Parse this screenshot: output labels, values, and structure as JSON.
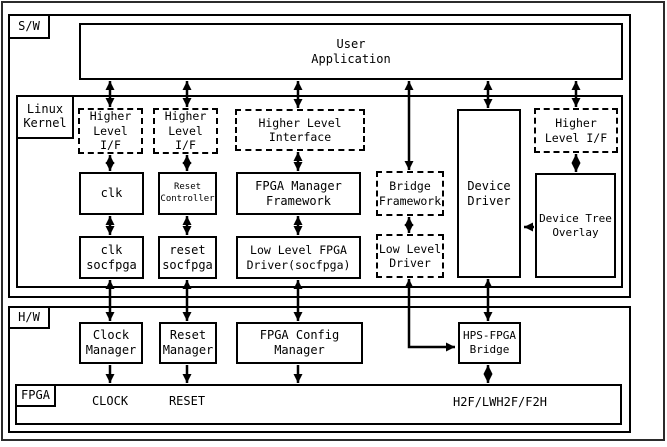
{
  "colors": {
    "line": "#000000",
    "background": "#ffffff"
  },
  "sections": {
    "sw": "S/W",
    "kernel": "Linux\nKernel",
    "hw": "H/W",
    "fpga": "FPGA"
  },
  "nodes": {
    "user_application": "User\nApplication",
    "hlif_clk": "Higher\nLevel I/F",
    "hlif_reset": "Higher\nLevel I/F",
    "hl_interface": "Higher Level\nInterface",
    "hlif_device": "Higher\nLevel I/F",
    "clk": "clk",
    "reset_controller": "Reset\nController",
    "fpga_manager_framework": "FPGA Manager\nFramework",
    "bridge_framework": "Bridge\nFramework",
    "device_driver": "Device\nDriver",
    "device_tree_overlay": "Device Tree\nOverlay",
    "clk_socfpga": "clk\nsocfpga",
    "reset_socfpga": "reset\nsocfpga",
    "low_level_fpga_driver": "Low Level FPGA\nDriver(socfpga)",
    "low_level_driver": "Low Level\nDriver",
    "clock_manager": "Clock\nManager",
    "reset_manager": "Reset\nManager",
    "fpga_config_manager": "FPGA Config\nManager",
    "hps_fpga_bridge": "HPS-FPGA\nBridge"
  },
  "fpga_signals": {
    "clock": "CLOCK",
    "reset": "RESET",
    "bridge_bus": "H2F/LWH2F/F2H"
  }
}
